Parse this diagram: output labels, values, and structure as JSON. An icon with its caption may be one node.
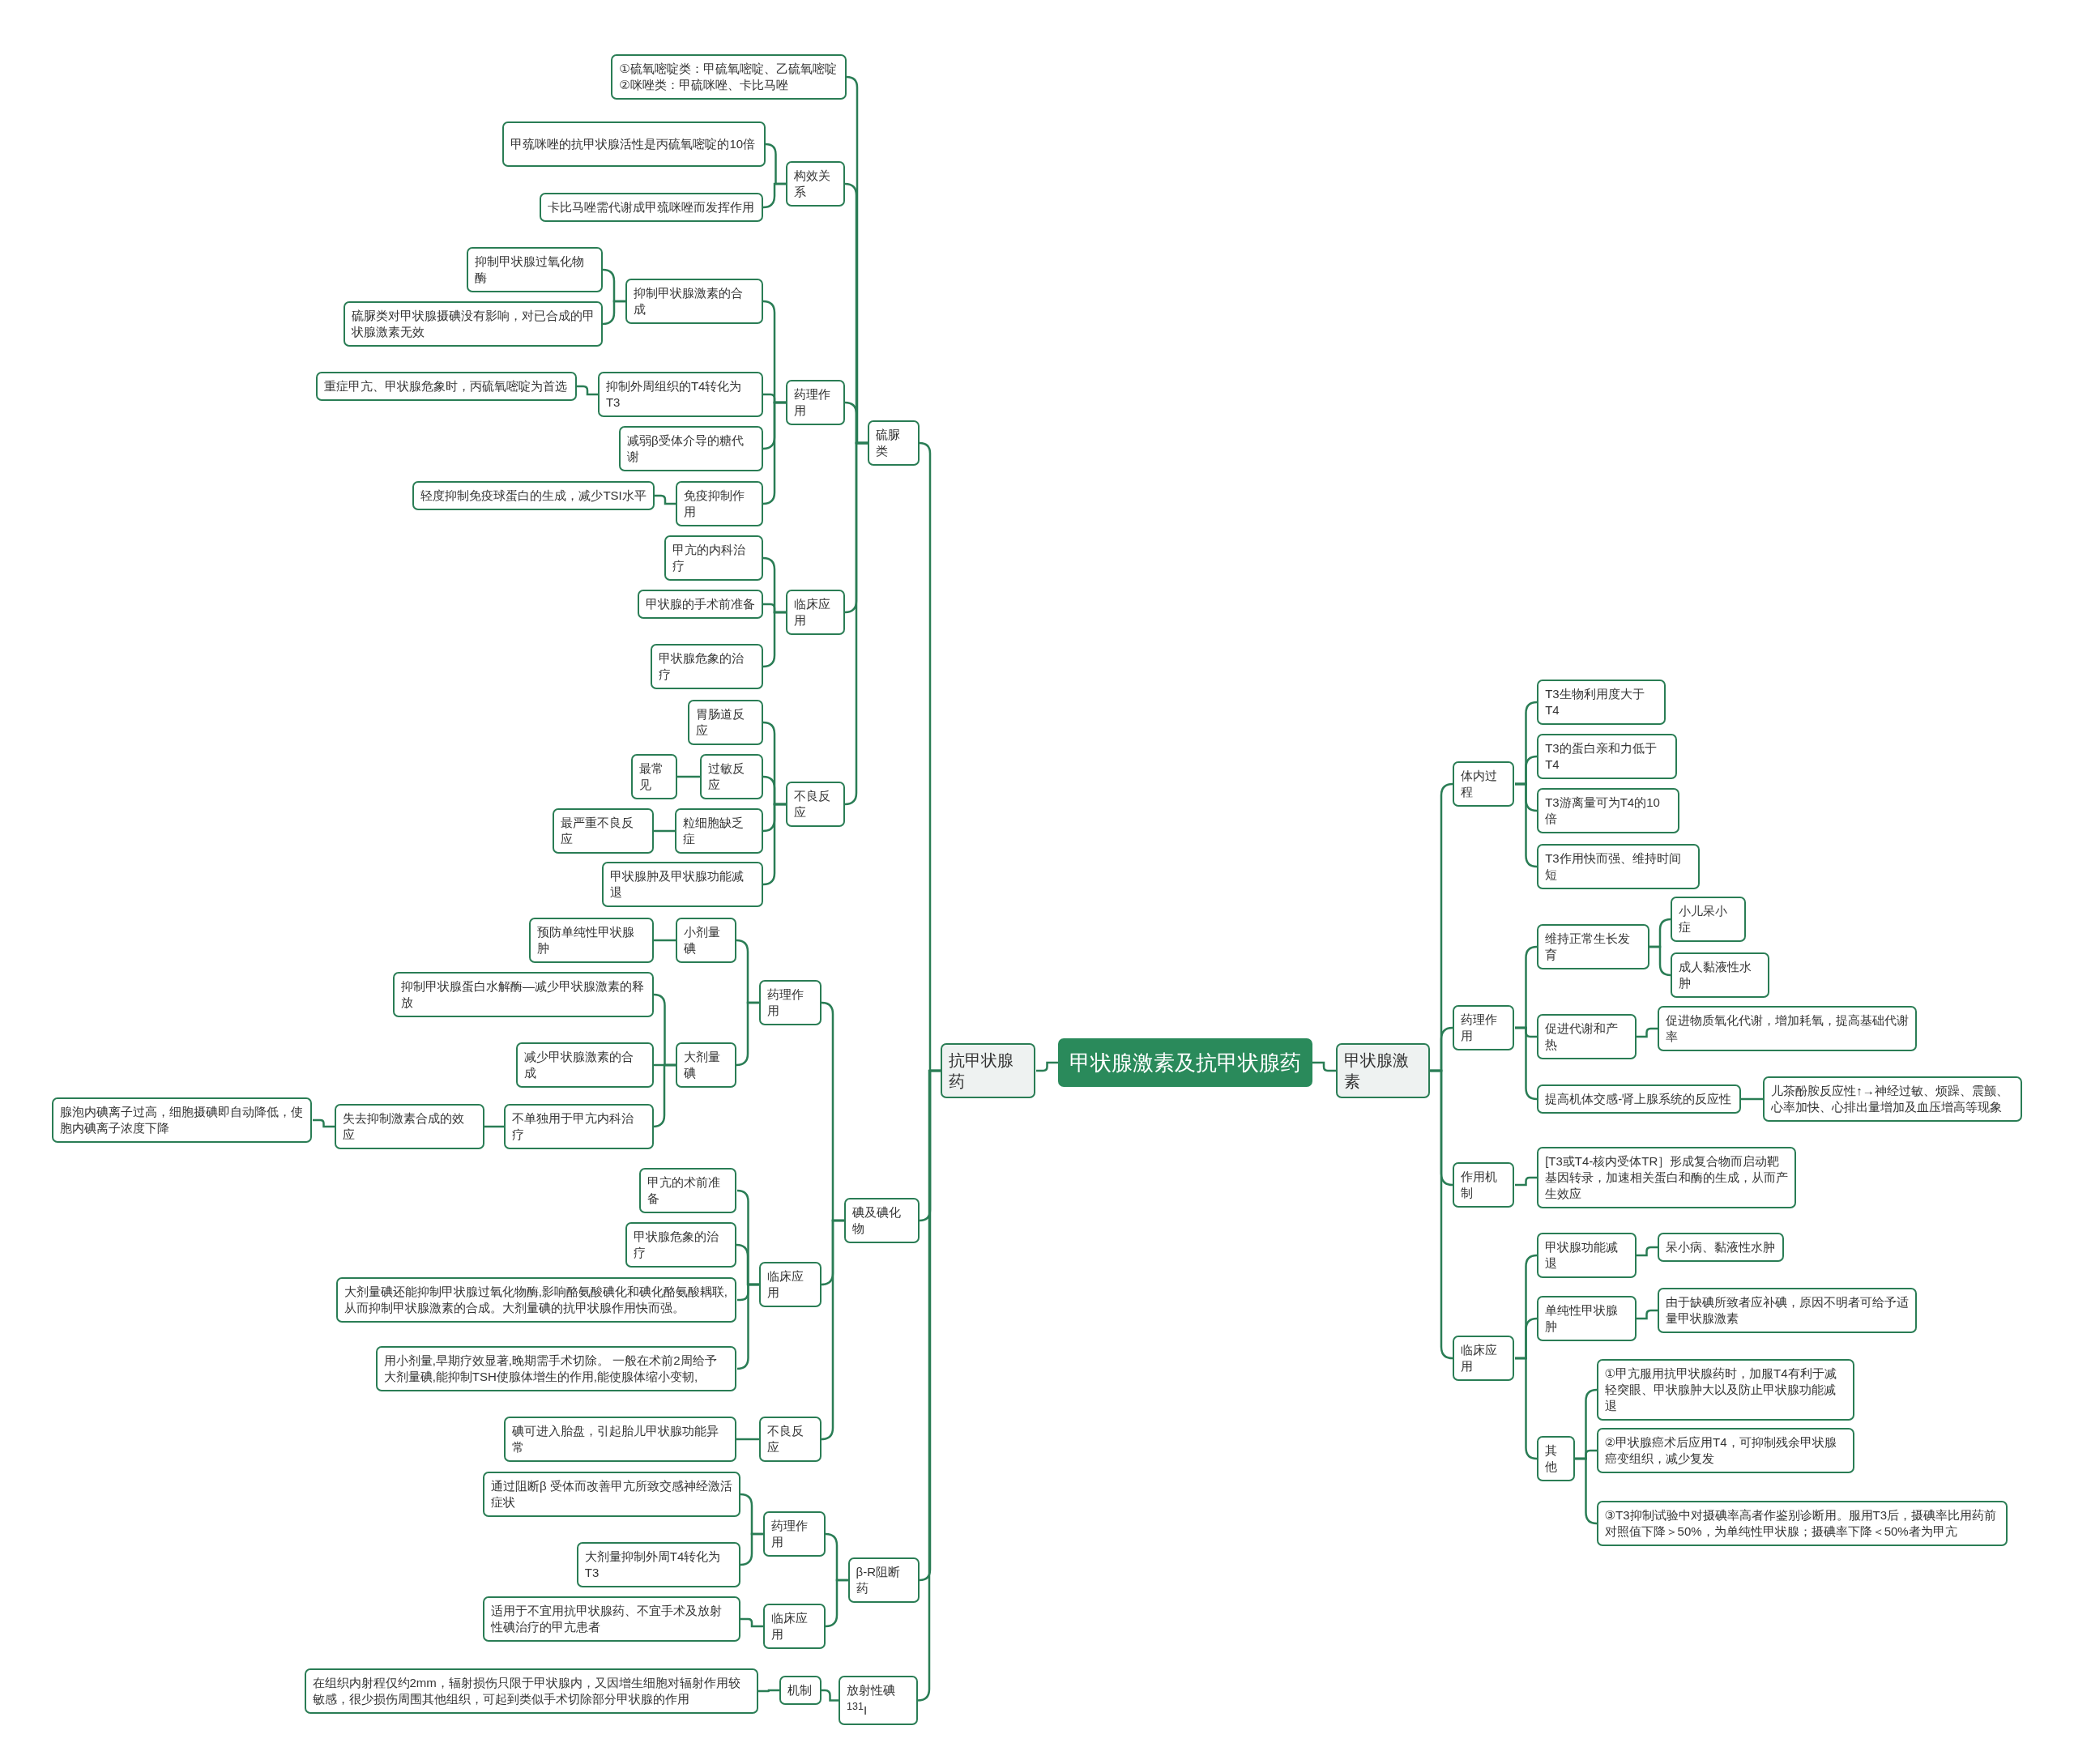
{
  "diagram": {
    "nodes": [
      {
        "text": [
          "甲状腺激素及抗甲状腺药"
        ]
      },
      {
        "text": [
          "抗甲状腺药"
        ]
      },
      {
        "text": [
          "硫脲类"
        ]
      },
      {
        "text": [
          "①硫氧嘧啶类：甲硫氧嘧啶、乙硫氧嘧啶 ②咪唑类：甲硫咪唑、卡比马唑"
        ]
      },
      {
        "text": [
          "构效关系"
        ]
      },
      {
        "text": [
          "甲巯咪唑的抗甲状腺活性是丙硫氧嘧啶的10倍"
        ]
      },
      {
        "text": [
          "卡比马唑需代谢成甲巯咪唑而发挥作用"
        ]
      },
      {
        "text": [
          "药理作用"
        ]
      },
      {
        "text": [
          "抑制甲状腺激素的合成"
        ]
      },
      {
        "text": [
          "抑制甲状腺过氧化物酶"
        ]
      },
      {
        "text": [
          "硫脲类对甲状腺摄碘没有影响，对已合成的甲状腺激素无效"
        ]
      },
      {
        "text": [
          "抑制外周组织的T4转化为T3"
        ]
      },
      {
        "text": [
          "重症甲亢、甲状腺危象时，丙硫氧嘧啶为首选"
        ]
      },
      {
        "text": [
          "减弱β受体介导的糖代谢"
        ]
      },
      {
        "text": [
          "免疫抑制作用"
        ]
      },
      {
        "text": [
          "轻度抑制免疫球蛋白的生成，减少TSI水平"
        ]
      },
      {
        "text": [
          "临床应用"
        ]
      },
      {
        "text": [
          "甲亢的内科治疗"
        ]
      },
      {
        "text": [
          "甲状腺的手术前准备"
        ]
      },
      {
        "text": [
          "甲状腺危象的治疗"
        ]
      },
      {
        "text": [
          "不良反应"
        ]
      },
      {
        "text": [
          "胃肠道反应"
        ]
      },
      {
        "text": [
          "过敏反应"
        ]
      },
      {
        "text": [
          "最常见"
        ]
      },
      {
        "text": [
          "粒细胞缺乏症"
        ]
      },
      {
        "text": [
          "最严重不良反应"
        ]
      },
      {
        "text": [
          "甲状腺肿及甲状腺功能减退"
        ]
      },
      {
        "text": [
          "碘及碘化物"
        ]
      },
      {
        "text": [
          "药理作用"
        ]
      },
      {
        "text": [
          "小剂量碘"
        ]
      },
      {
        "text": [
          "预防单纯性甲状腺肿"
        ]
      },
      {
        "text": [
          "大剂量碘"
        ]
      },
      {
        "text": [
          "抑制甲状腺蛋白水解酶—减少甲状腺激素的释放"
        ]
      },
      {
        "text": [
          "减少甲状腺激素的合成"
        ]
      },
      {
        "text": [
          "不单独用于甲亢内科治疗"
        ]
      },
      {
        "text": [
          "失去抑制激素合成的效应"
        ]
      },
      {
        "text": [
          "腺泡内碘离子过高，细胞摄碘即自动降低，使胞内碘离子浓度下降"
        ]
      },
      {
        "text": [
          "临床应用"
        ]
      },
      {
        "text": [
          "甲亢的术前准备"
        ]
      },
      {
        "text": [
          "甲状腺危象的治疗"
        ]
      },
      {
        "text": [
          "大剂量碘还能抑制甲状腺过氧化物酶,影响酪氨酸碘化和碘化酪氨酸耦联,从而抑制甲状腺激素的合成。大剂量碘的抗甲状腺作用快而强。"
        ]
      },
      {
        "text": [
          "用小剂量,早期疗效显著,晚期需手术切除。 一般在术前2周给予大剂量碘,能抑制TSH使腺体增生的作用,能使腺体缩小变韧,"
        ]
      },
      {
        "text": [
          "不良反应"
        ]
      },
      {
        "text": [
          "碘可进入胎盘，引起胎儿甲状腺功能异常"
        ]
      },
      {
        "text": [
          "β-R阻断药"
        ]
      },
      {
        "text": [
          "药理作用"
        ]
      },
      {
        "text": [
          "通过阻断β 受体而改善甲亢所致交感神经激活症状"
        ]
      },
      {
        "text": [
          "大剂量抑制外周T4转化为T3"
        ]
      },
      {
        "text": [
          "临床应用"
        ]
      },
      {
        "text": [
          "适用于不宜用抗甲状腺药、不宜手术及放射性碘治疗的甲亢患者"
        ]
      },
      {
        "text": [
          "放射性碘$^{131}$I"
        ]
      },
      {
        "text": [
          "机制"
        ]
      },
      {
        "text": [
          "在组织内射程仅约2mm，辐射损伤只限于甲状腺内，又因增生细胞对辐射作用较敏感，很少损伤周围其他组织，可起到类似手术切除部分甲状腺的作用"
        ]
      },
      {
        "text": [
          "甲状腺激素"
        ]
      },
      {
        "text": [
          "体内过程"
        ]
      },
      {
        "text": [
          "T3生物利用度大于T4"
        ]
      },
      {
        "text": [
          "T3的蛋白亲和力低于T4"
        ]
      },
      {
        "text": [
          "T3游离量可为T4的10倍"
        ]
      },
      {
        "text": [
          "T3作用快而强、维持时间短"
        ]
      },
      {
        "text": [
          "药理作用"
        ]
      },
      {
        "text": [
          "维持正常生长发育"
        ]
      },
      {
        "text": [
          "小儿呆小症"
        ]
      },
      {
        "text": [
          "成人黏液性水肿"
        ]
      },
      {
        "text": [
          "促进代谢和产热"
        ]
      },
      {
        "text": [
          "促进物质氧化代谢，增加耗氧，提高基础代谢率"
        ]
      },
      {
        "text": [
          "提高机体交感-肾上腺系统的反应性"
        ]
      },
      {
        "text": [
          "儿茶酚胺反应性↑→神经过敏、烦躁、震颤、心率加快、心排出量增加及血压增高等现象"
        ]
      },
      {
        "text": [
          "作用机制"
        ]
      },
      {
        "text": [
          "[T3或T4-核内受体TR］形成复合物而启动靶基因转录，加速相关蛋白和酶的生成，从而产生效应"
        ]
      },
      {
        "text": [
          "临床应用"
        ]
      },
      {
        "text": [
          "甲状腺功能减退"
        ]
      },
      {
        "text": [
          "呆小病、黏液性水肿"
        ]
      },
      {
        "text": [
          "单纯性甲状腺肿"
        ]
      },
      {
        "text": [
          "由于缺碘所致者应补碘，原因不明者可给予适量甲状腺激素"
        ]
      },
      {
        "text": [
          "其他"
        ]
      },
      {
        "text": [
          "①甲亢服用抗甲状腺药时，加服T4有利于减轻突眼、甲状腺肿大以及防止甲状腺功能减退"
        ]
      },
      {
        "text": [
          "②甲状腺癌术后应用T4，可抑制残余甲状腺癌变组织，减少复发"
        ]
      },
      {
        "text": [
          "③T3抑制试验中对摄碘率高者作鉴别诊断用。服用T3后，摄碘率比用药前对照值下降＞50%，为单纯性甲状腺；摄碘率下降＜50%者为甲亢"
        ]
      }
    ],
    "edges": [
      {
        "from": 0,
        "to": 1,
        "arrow": "none"
      },
      {
        "from": 1,
        "to": 2,
        "arrow": "none"
      },
      {
        "from": 2,
        "to": 3,
        "arrow": "none"
      },
      {
        "from": 2,
        "to": 4,
        "arrow": "none"
      },
      {
        "from": 4,
        "to": 5,
        "arrow": "none"
      },
      {
        "from": 4,
        "to": 6,
        "arrow": "none"
      },
      {
        "from": 2,
        "to": 7,
        "arrow": "none"
      },
      {
        "from": 7,
        "to": 8,
        "arrow": "none"
      },
      {
        "from": 8,
        "to": 9,
        "arrow": "none"
      },
      {
        "from": 8,
        "to": 10,
        "arrow": "none"
      },
      {
        "from": 7,
        "to": 11,
        "arrow": "none"
      },
      {
        "from": 11,
        "to": 12,
        "arrow": "none"
      },
      {
        "from": 7,
        "to": 13,
        "arrow": "none"
      },
      {
        "from": 7,
        "to": 14,
        "arrow": "none"
      },
      {
        "from": 14,
        "to": 15,
        "arrow": "none"
      },
      {
        "from": 2,
        "to": 16,
        "arrow": "none"
      },
      {
        "from": 16,
        "to": 17,
        "arrow": "none"
      },
      {
        "from": 16,
        "to": 18,
        "arrow": "none"
      },
      {
        "from": 16,
        "to": 19,
        "arrow": "none"
      },
      {
        "from": 2,
        "to": 20,
        "arrow": "none"
      },
      {
        "from": 20,
        "to": 21,
        "arrow": "none"
      },
      {
        "from": 20,
        "to": 22,
        "arrow": "none"
      },
      {
        "from": 22,
        "to": 23,
        "arrow": "none"
      },
      {
        "from": 20,
        "to": 24,
        "arrow": "none"
      },
      {
        "from": 24,
        "to": 25,
        "arrow": "none"
      },
      {
        "from": 20,
        "to": 26,
        "arrow": "none"
      },
      {
        "from": 1,
        "to": 27,
        "arrow": "none"
      },
      {
        "from": 27,
        "to": 28,
        "arrow": "none"
      },
      {
        "from": 28,
        "to": 29,
        "arrow": "none"
      },
      {
        "from": 29,
        "to": 30,
        "arrow": "none"
      },
      {
        "from": 28,
        "to": 31,
        "arrow": "none"
      },
      {
        "from": 31,
        "to": 32,
        "arrow": "none"
      },
      {
        "from": 31,
        "to": 33,
        "arrow": "none"
      },
      {
        "from": 31,
        "to": 34,
        "arrow": "none"
      },
      {
        "from": 34,
        "to": 35,
        "arrow": "none"
      },
      {
        "from": 35,
        "to": 36,
        "arrow": "none"
      },
      {
        "from": 27,
        "to": 37,
        "arrow": "none"
      },
      {
        "from": 37,
        "to": 38,
        "arrow": "none"
      },
      {
        "from": 37,
        "to": 39,
        "arrow": "none"
      },
      {
        "from": 37,
        "to": 40,
        "arrow": "none"
      },
      {
        "from": 37,
        "to": 41,
        "arrow": "none"
      },
      {
        "from": 27,
        "to": 42,
        "arrow": "none"
      },
      {
        "from": 42,
        "to": 43,
        "arrow": "none"
      },
      {
        "from": 1,
        "to": 44,
        "arrow": "none"
      },
      {
        "from": 44,
        "to": 45,
        "arrow": "none"
      },
      {
        "from": 45,
        "to": 46,
        "arrow": "none"
      },
      {
        "from": 45,
        "to": 47,
        "arrow": "none"
      },
      {
        "from": 44,
        "to": 48,
        "arrow": "none"
      },
      {
        "from": 48,
        "to": 49,
        "arrow": "none"
      },
      {
        "from": 1,
        "to": 50,
        "arrow": "none"
      },
      {
        "from": 50,
        "to": 51,
        "arrow": "none"
      },
      {
        "from": 51,
        "to": 52,
        "arrow": "none"
      },
      {
        "from": 0,
        "to": 53,
        "arrow": "none"
      },
      {
        "from": 53,
        "to": 54,
        "arrow": "none"
      },
      {
        "from": 54,
        "to": 55,
        "arrow": "none"
      },
      {
        "from": 54,
        "to": 56,
        "arrow": "none"
      },
      {
        "from": 54,
        "to": 57,
        "arrow": "none"
      },
      {
        "from": 54,
        "to": 58,
        "arrow": "none"
      },
      {
        "from": 53,
        "to": 59,
        "arrow": "none"
      },
      {
        "from": 59,
        "to": 60,
        "arrow": "none"
      },
      {
        "from": 60,
        "to": 61,
        "arrow": "none"
      },
      {
        "from": 60,
        "to": 62,
        "arrow": "none"
      },
      {
        "from": 59,
        "to": 63,
        "arrow": "none"
      },
      {
        "from": 63,
        "to": 64,
        "arrow": "none"
      },
      {
        "from": 59,
        "to": 65,
        "arrow": "none"
      },
      {
        "from": 65,
        "to": 66,
        "arrow": "none"
      },
      {
        "from": 53,
        "to": 67,
        "arrow": "none"
      },
      {
        "from": 67,
        "to": 68,
        "arrow": "none"
      },
      {
        "from": 53,
        "to": 69,
        "arrow": "none"
      },
      {
        "from": 69,
        "to": 70,
        "arrow": "none"
      },
      {
        "from": 70,
        "to": 71,
        "arrow": "none"
      },
      {
        "from": 69,
        "to": 72,
        "arrow": "none"
      },
      {
        "from": 72,
        "to": 73,
        "arrow": "none"
      },
      {
        "from": 69,
        "to": 74,
        "arrow": "none"
      },
      {
        "from": 74,
        "to": 75,
        "arrow": "none"
      },
      {
        "from": 74,
        "to": 76,
        "arrow": "none"
      },
      {
        "from": 74,
        "to": 77,
        "arrow": "none"
      }
    ]
  }
}
